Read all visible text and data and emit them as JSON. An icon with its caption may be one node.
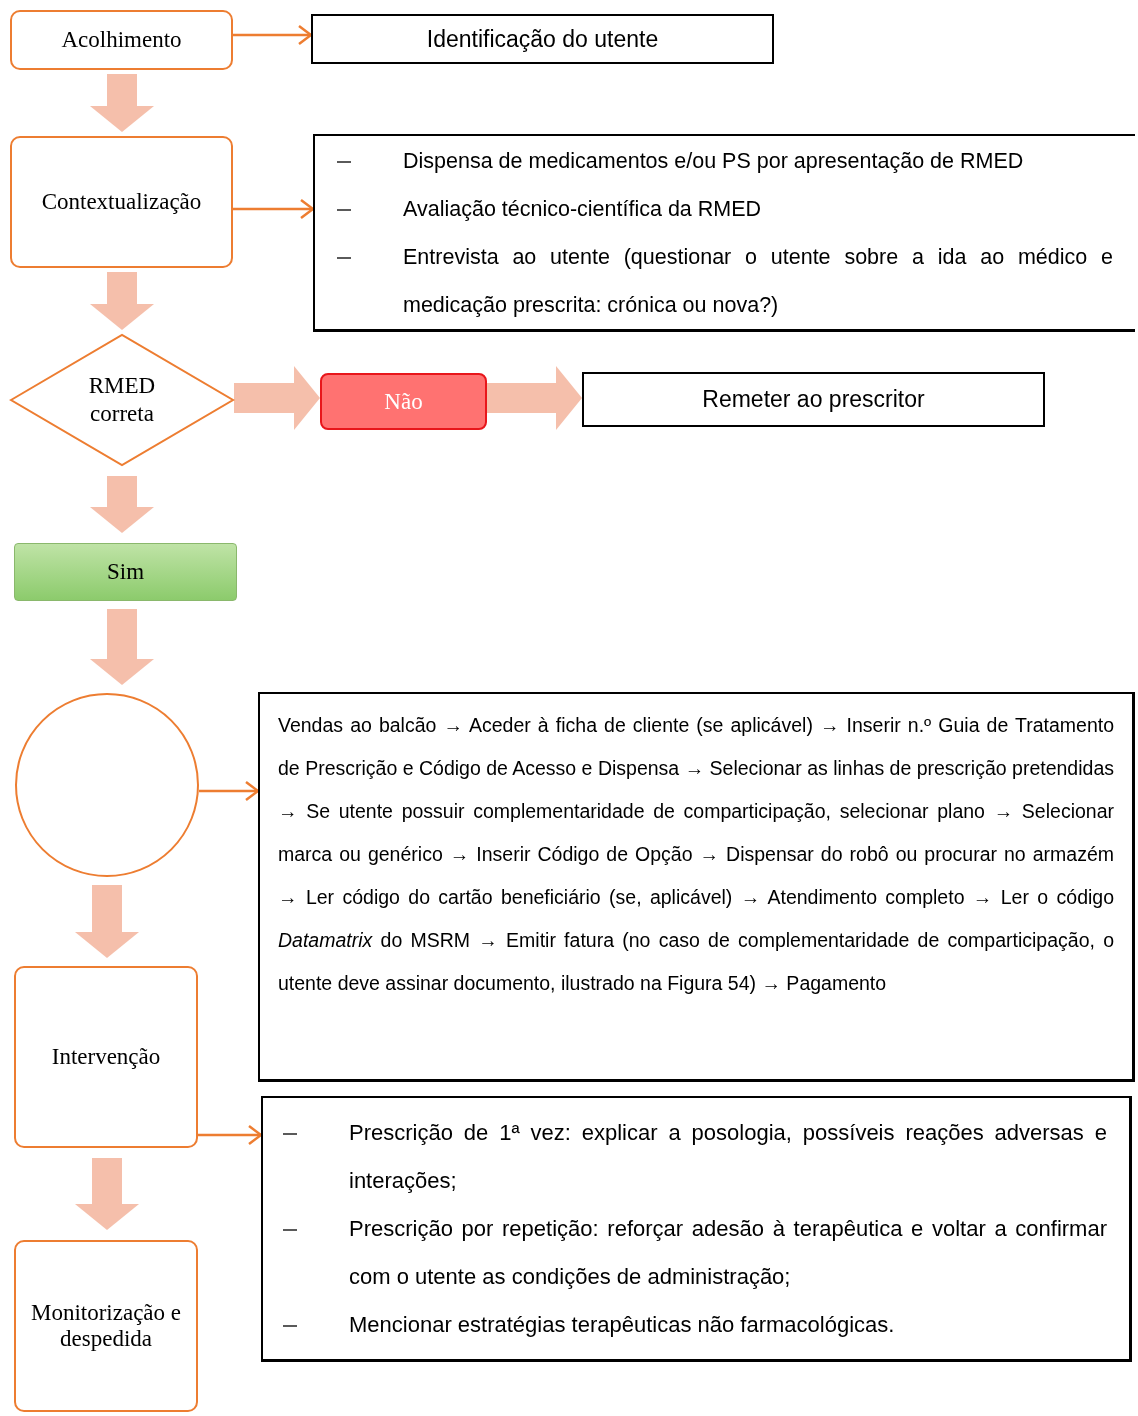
{
  "diagram": {
    "nodes": [
      {
        "text": [
          "Acolhimento"
        ]
      },
      {
        "text": [
          "Identificação do utente"
        ]
      },
      {
        "text": [
          "Contextualização"
        ]
      },
      {
        "text": [
          "Dispensa de medicamentos e/ou PS por apresentação de RMED",
          "Avaliação técnico-científica da RMED",
          "Entrevista ao utente (questionar o utente sobre a ida ao médico e medicação prescrita: crónica ou nova?)"
        ]
      },
      {
        "text": [
          "RMED correta"
        ]
      },
      {
        "text": [
          "Não"
        ]
      },
      {
        "text": [
          "Remeter ao prescritor"
        ]
      },
      {
        "text": [
          "Sim"
        ]
      },
      {
        "text": [],
        "shape": "circle"
      },
      {
        "text": [
          "Vendas ao balcão → Aceder à ficha de cliente (se aplicável) → Inserir n.º Guia de Tratamento de Prescrição e Código de Acesso e Dispensa → Selecionar as linhas de prescrição pretendidas → Se utente possuir complementaridade de comparticipação, selecionar plano → Selecionar marca ou genérico → Inserir Código de Opção → Dispensar do robô ou procurar no armazém → Ler código do cartão beneficiário (se, aplicável) → Atendimento completo → Ler o código *Datamatrix* do MSRM → Emitir fatura (no caso de complementaridade de comparticipação, o utente deve assinar documento, ilustrado na Figura 54) → Pagamento"
        ]
      },
      {
        "text": [
          "Intervenção"
        ]
      },
      {
        "text": [
          "Prescrição de 1ª vez: explicar a posologia, possíveis reações adversas e interações;",
          "Prescrição por repetição: reforçar adesão à terapêutica e voltar a confirmar com o utente as condições de administração;",
          "Mencionar estratégias terapêuticas não farmacológicas."
        ]
      },
      {
        "text": [
          "Monitorização e despedida"
        ]
      }
    ],
    "edges": [
      {
        "from": 0,
        "to": 1,
        "arrow": "to",
        "color": "#ed7d31"
      },
      {
        "from": 0,
        "to": 2,
        "arrow": "to"
      },
      {
        "from": 2,
        "to": 3,
        "arrow": "to",
        "color": "#ed7d31"
      },
      {
        "from": 2,
        "to": 4,
        "arrow": "to"
      },
      {
        "from": 4,
        "to": 5,
        "arrow": "to"
      },
      {
        "from": 5,
        "to": 6,
        "arrow": "to"
      },
      {
        "from": 4,
        "to": 7,
        "arrow": "to"
      },
      {
        "from": 7,
        "to": 8,
        "arrow": "to"
      },
      {
        "from": 8,
        "to": 9,
        "arrow": "to",
        "color": "#ed7d31"
      },
      {
        "from": 8,
        "to": 10,
        "arrow": "to"
      },
      {
        "from": 10,
        "to": 11,
        "arrow": "to",
        "color": "#ed7d31"
      },
      {
        "from": 10,
        "to": 12,
        "arrow": "to"
      }
    ]
  }
}
